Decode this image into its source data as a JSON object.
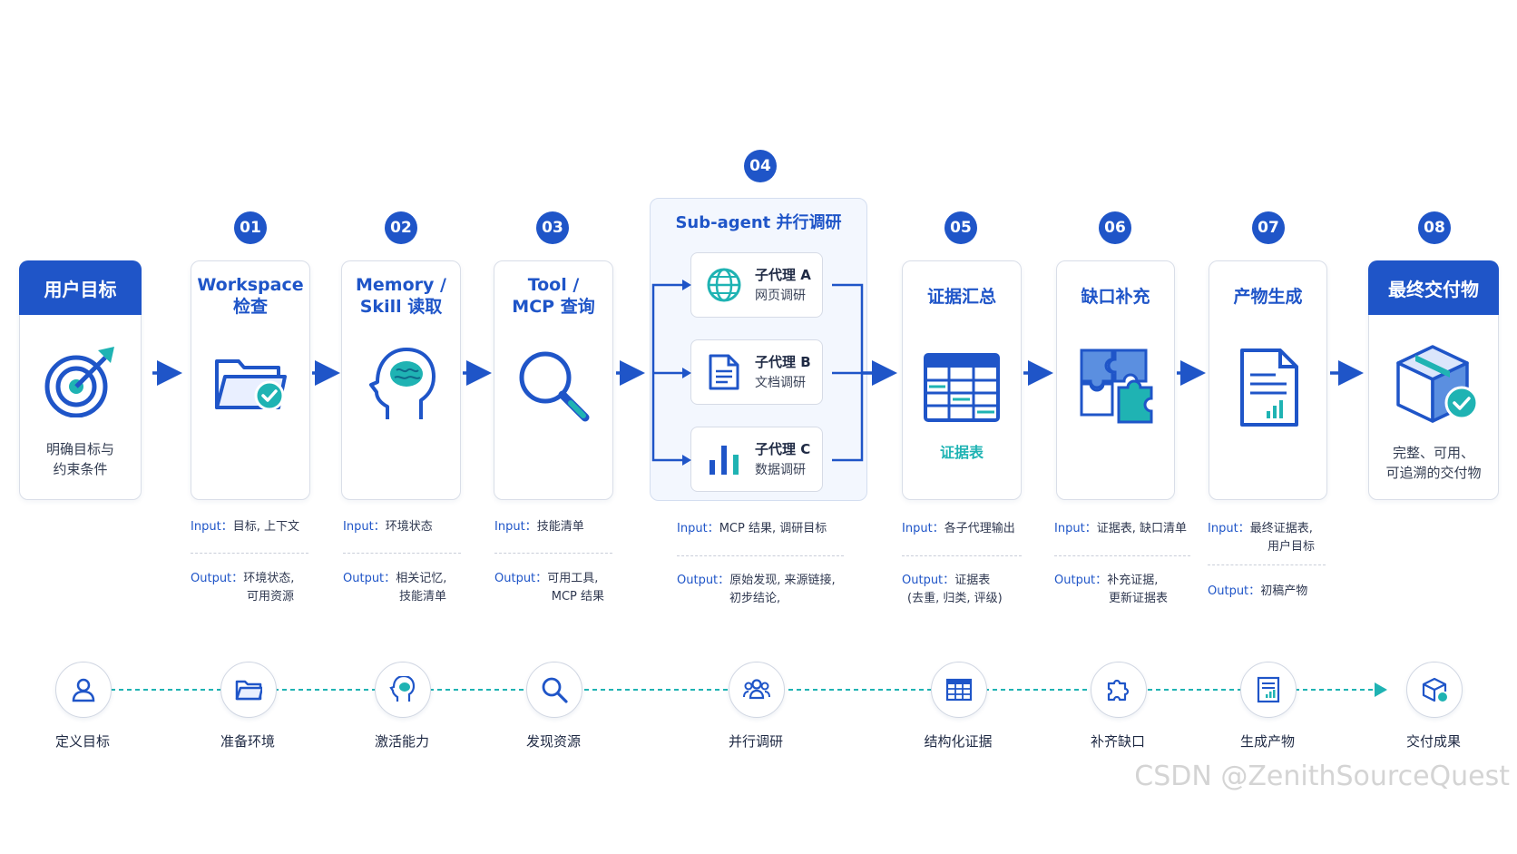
{
  "steps": [
    {
      "num": "01"
    },
    {
      "num": "02"
    },
    {
      "num": "03"
    },
    {
      "num": "04"
    },
    {
      "num": "05"
    },
    {
      "num": "06"
    },
    {
      "num": "07"
    },
    {
      "num": "08"
    }
  ],
  "cards": {
    "user_goal": {
      "title": "用户目标",
      "sub1": "明确目标与",
      "sub2": "约束条件"
    },
    "workspace": {
      "title1": "Workspace",
      "title2": "检查",
      "input_key": "Input",
      "input_val": "目标, 上下文",
      "output_key": "Output",
      "output_val1": "环境状态,",
      "output_val2": "可用资源"
    },
    "memory": {
      "title1": "Memory /",
      "title2": "Skill 读取",
      "input_key": "Input",
      "input_val": "环境状态",
      "output_key": "Output",
      "output_val1": "相关记忆,",
      "output_val2": "技能清单"
    },
    "tool": {
      "title1": "Tool /",
      "title2": "MCP 查询",
      "input_key": "Input",
      "input_val": "技能清单",
      "output_key": "Output",
      "output_val1": "可用工具,",
      "output_val2": "MCP 结果"
    },
    "subagent": {
      "title": "Sub-agent 并行调研",
      "agents": [
        {
          "name": "子代理 A",
          "task": "网页调研",
          "icon": "globe-icon"
        },
        {
          "name": "子代理 B",
          "task": "文档调研",
          "icon": "document-icon"
        },
        {
          "name": "子代理 C",
          "task": "数据调研",
          "icon": "bar-chart-icon"
        }
      ],
      "input_key": "Input",
      "input_val": "MCP 结果, 调研目标",
      "output_key": "Output",
      "output_val1": "原始发现, 来源链接,",
      "output_val2": "初步结论,"
    },
    "evidence": {
      "title": "证据汇总",
      "sub": "证据表",
      "input_key": "Input",
      "input_val": "各子代理输出",
      "output_key": "Output",
      "output_val1": "证据表",
      "output_val2": "(去重, 归类, 评级)"
    },
    "gap": {
      "title": "缺口补充",
      "input_key": "Input",
      "input_val": "证据表, 缺口清单",
      "output_key": "Output",
      "output_val1": "补充证据,",
      "output_val2": "更新证据表"
    },
    "artifact": {
      "title": "产物生成",
      "input_key": "Input",
      "input_val1": "最终证据表,",
      "input_val2": "用户目标",
      "output_key": "Output",
      "output_val": "初稿产物"
    },
    "final": {
      "title": "最终交付物",
      "sub1": "完整、可用、",
      "sub2": "可追溯的交付物"
    }
  },
  "bottom_flow": [
    {
      "label": "定义目标",
      "icon": "user-icon"
    },
    {
      "label": "准备环境",
      "icon": "folder-icon"
    },
    {
      "label": "激活能力",
      "icon": "brain-icon"
    },
    {
      "label": "发现资源",
      "icon": "search-icon"
    },
    {
      "label": "并行调研",
      "icon": "team-icon"
    },
    {
      "label": "结构化证据",
      "icon": "table-icon"
    },
    {
      "label": "补齐缺口",
      "icon": "puzzle-icon"
    },
    {
      "label": "生成产物",
      "icon": "report-icon"
    },
    {
      "label": "交付成果",
      "icon": "box-icon"
    }
  ],
  "watermark": "CSDN @ZenithSourceQuest",
  "colors": {
    "primary": "#1f55c8",
    "teal": "#1fb3b3",
    "card_border": "#d9dee8"
  }
}
